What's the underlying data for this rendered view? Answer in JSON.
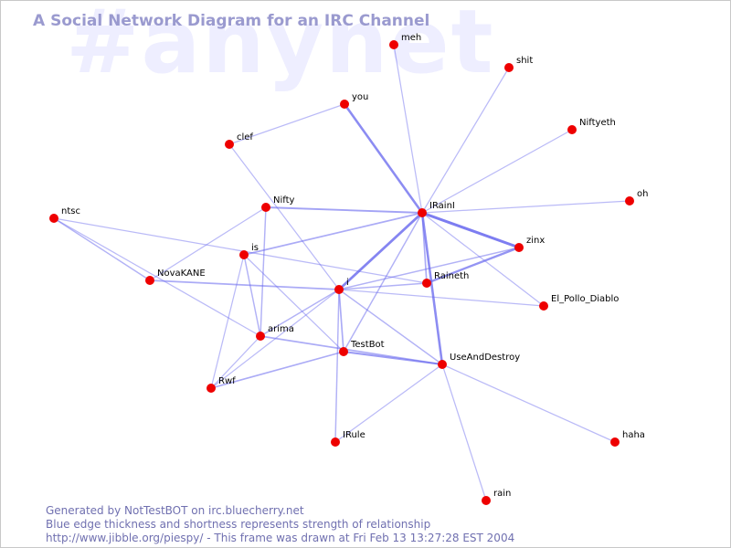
{
  "title": "A Social Network Diagram for an IRC Channel",
  "watermark": "#anynet",
  "footer": {
    "line1": "Generated by NotTestBOT on irc.bluecherry.net",
    "line2": "Blue edge thickness and shortness represents strength of relationship",
    "line3": "http://www.jibble.org/piespy/ - This frame was drawn at Fri Feb 13 13:27:28 EST 2004"
  },
  "colors": {
    "node": "#ee0000",
    "edge": "#6666ee",
    "label": "#000000",
    "title": "#9a9acf",
    "watermark": "#eeeeff",
    "footer": "#7070b0"
  },
  "nodes": [
    {
      "name": "meh"
    },
    {
      "name": "shit"
    },
    {
      "name": "you"
    },
    {
      "name": "Niftyeth"
    },
    {
      "name": "clef"
    },
    {
      "name": "ntsc"
    },
    {
      "name": "Nifty"
    },
    {
      "name": "IRainI"
    },
    {
      "name": "oh"
    },
    {
      "name": "is"
    },
    {
      "name": "zinx"
    },
    {
      "name": "NovaKANE"
    },
    {
      "name": "Raineth"
    },
    {
      "name": "i"
    },
    {
      "name": "El_Pollo_Diablo"
    },
    {
      "name": "arima"
    },
    {
      "name": "TestBot"
    },
    {
      "name": "UseAndDestroy"
    },
    {
      "name": "Rwf"
    },
    {
      "name": "IRule"
    },
    {
      "name": "haha"
    },
    {
      "name": "rain"
    }
  ],
  "edges": [
    {
      "source": "you",
      "target": "IRainI",
      "strength": 0.8
    },
    {
      "source": "you",
      "target": "clef",
      "strength": 0.2
    },
    {
      "source": "meh",
      "target": "IRainI",
      "strength": 0.2
    },
    {
      "source": "shit",
      "target": "IRainI",
      "strength": 0.2
    },
    {
      "source": "Niftyeth",
      "target": "IRainI",
      "strength": 0.2
    },
    {
      "source": "oh",
      "target": "IRainI",
      "strength": 0.2
    },
    {
      "source": "IRainI",
      "target": "zinx",
      "strength": 1.0
    },
    {
      "source": "IRainI",
      "target": "Nifty",
      "strength": 0.5
    },
    {
      "source": "IRainI",
      "target": "is",
      "strength": 0.4
    },
    {
      "source": "IRainI",
      "target": "i",
      "strength": 0.9
    },
    {
      "source": "IRainI",
      "target": "Raineth",
      "strength": 0.4
    },
    {
      "source": "IRainI",
      "target": "UseAndDestroy",
      "strength": 0.8
    },
    {
      "source": "IRainI",
      "target": "TestBot",
      "strength": 0.3
    },
    {
      "source": "IRainI",
      "target": "El_Pollo_Diablo",
      "strength": 0.2
    },
    {
      "source": "zinx",
      "target": "Raineth",
      "strength": 0.7
    },
    {
      "source": "zinx",
      "target": "i",
      "strength": 0.3
    },
    {
      "source": "clef",
      "target": "i",
      "strength": 0.2
    },
    {
      "source": "Nifty",
      "target": "NovaKANE",
      "strength": 0.2
    },
    {
      "source": "Nifty",
      "target": "arima",
      "strength": 0.3
    },
    {
      "source": "ntsc",
      "target": "NovaKANE",
      "strength": 0.3
    },
    {
      "source": "ntsc",
      "target": "Raineth",
      "strength": 0.2
    },
    {
      "source": "ntsc",
      "target": "arima",
      "strength": 0.2
    },
    {
      "source": "NovaKANE",
      "target": "i",
      "strength": 0.4
    },
    {
      "source": "is",
      "target": "arima",
      "strength": 0.3
    },
    {
      "source": "is",
      "target": "Rwf",
      "strength": 0.2
    },
    {
      "source": "is",
      "target": "TestBot",
      "strength": 0.2
    },
    {
      "source": "i",
      "target": "Raineth",
      "strength": 0.3
    },
    {
      "source": "i",
      "target": "El_Pollo_Diablo",
      "strength": 0.2
    },
    {
      "source": "i",
      "target": "arima",
      "strength": 0.3
    },
    {
      "source": "i",
      "target": "TestBot",
      "strength": 0.4
    },
    {
      "source": "i",
      "target": "UseAndDestroy",
      "strength": 0.3
    },
    {
      "source": "i",
      "target": "IRule",
      "strength": 0.3
    },
    {
      "source": "i",
      "target": "Rwf",
      "strength": 0.2
    },
    {
      "source": "arima",
      "target": "UseAndDestroy",
      "strength": 0.4
    },
    {
      "source": "arima",
      "target": "Rwf",
      "strength": 0.2
    },
    {
      "source": "TestBot",
      "target": "UseAndDestroy",
      "strength": 0.6
    },
    {
      "source": "Rwf",
      "target": "TestBot",
      "strength": 0.4
    },
    {
      "source": "UseAndDestroy",
      "target": "haha",
      "strength": 0.2
    },
    {
      "source": "UseAndDestroy",
      "target": "rain",
      "strength": 0.2
    },
    {
      "source": "UseAndDestroy",
      "target": "IRule",
      "strength": 0.2
    }
  ]
}
